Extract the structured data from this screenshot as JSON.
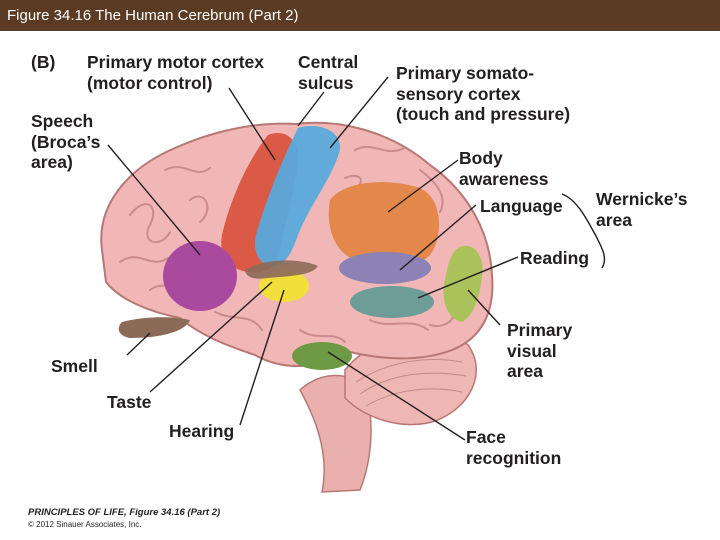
{
  "header": {
    "title": "Figure 34.16 The Human Cerebrum (Part 2)"
  },
  "diagram": {
    "panel": "(B)",
    "labels": {
      "primary_motor_cortex": "Primary motor cortex\n(motor control)",
      "central_sulcus": "Central\nsulcus",
      "primary_somatosensory_cortex": "Primary somato-\nsensory cortex\n(touch and pressure)",
      "speech": "Speech\n(Broca’s\narea)",
      "body_awareness": "Body\nawareness",
      "wernickes_area": "Wernicke’s\narea",
      "language": "Language",
      "reading": "Reading",
      "primary_visual_area": "Primary\nvisual\narea",
      "smell": "Smell",
      "taste": "Taste",
      "hearing": "Hearing",
      "face_recognition": "Face\nrecognition"
    },
    "colors": {
      "motor": "#d9543f",
      "somatosensory": "#5aa9dc",
      "broca": "#a94a9e",
      "body_awareness": "#e3874b",
      "language": "#8d82b6",
      "reading": "#6e9c96",
      "visual": "#a9c25a",
      "hearing": "#f3df3c",
      "smell": "#8c6a58",
      "face": "#6f9a45",
      "brain": "#f1b7b6"
    }
  },
  "footer": {
    "credit": "PRINCIPLES OF LIFE, Figure 34.16 (Part 2)",
    "copyright": "© 2012 Sinauer Associates, Inc."
  }
}
